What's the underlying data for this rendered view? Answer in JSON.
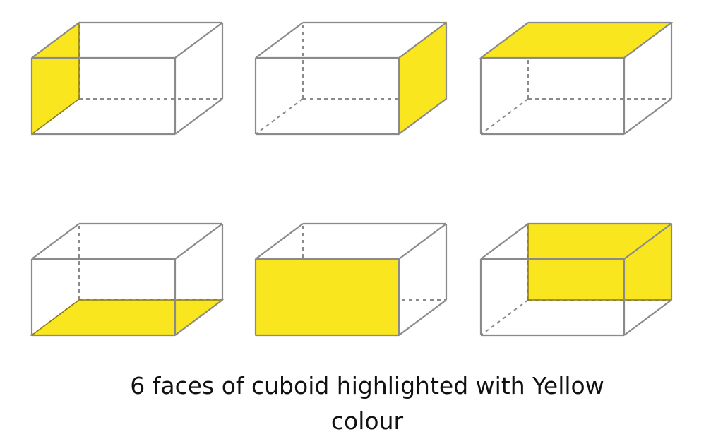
{
  "caption": {
    "line1": "6 faces of cuboid highlighted with Yellow",
    "line2": "colour"
  },
  "colors": {
    "highlight": "#f9e61f",
    "edge": "#8a8a8a"
  },
  "cuboids": [
    {
      "highlighted_face": "left"
    },
    {
      "highlighted_face": "right"
    },
    {
      "highlighted_face": "top"
    },
    {
      "highlighted_face": "bottom"
    },
    {
      "highlighted_face": "front"
    },
    {
      "highlighted_face": "back"
    }
  ]
}
